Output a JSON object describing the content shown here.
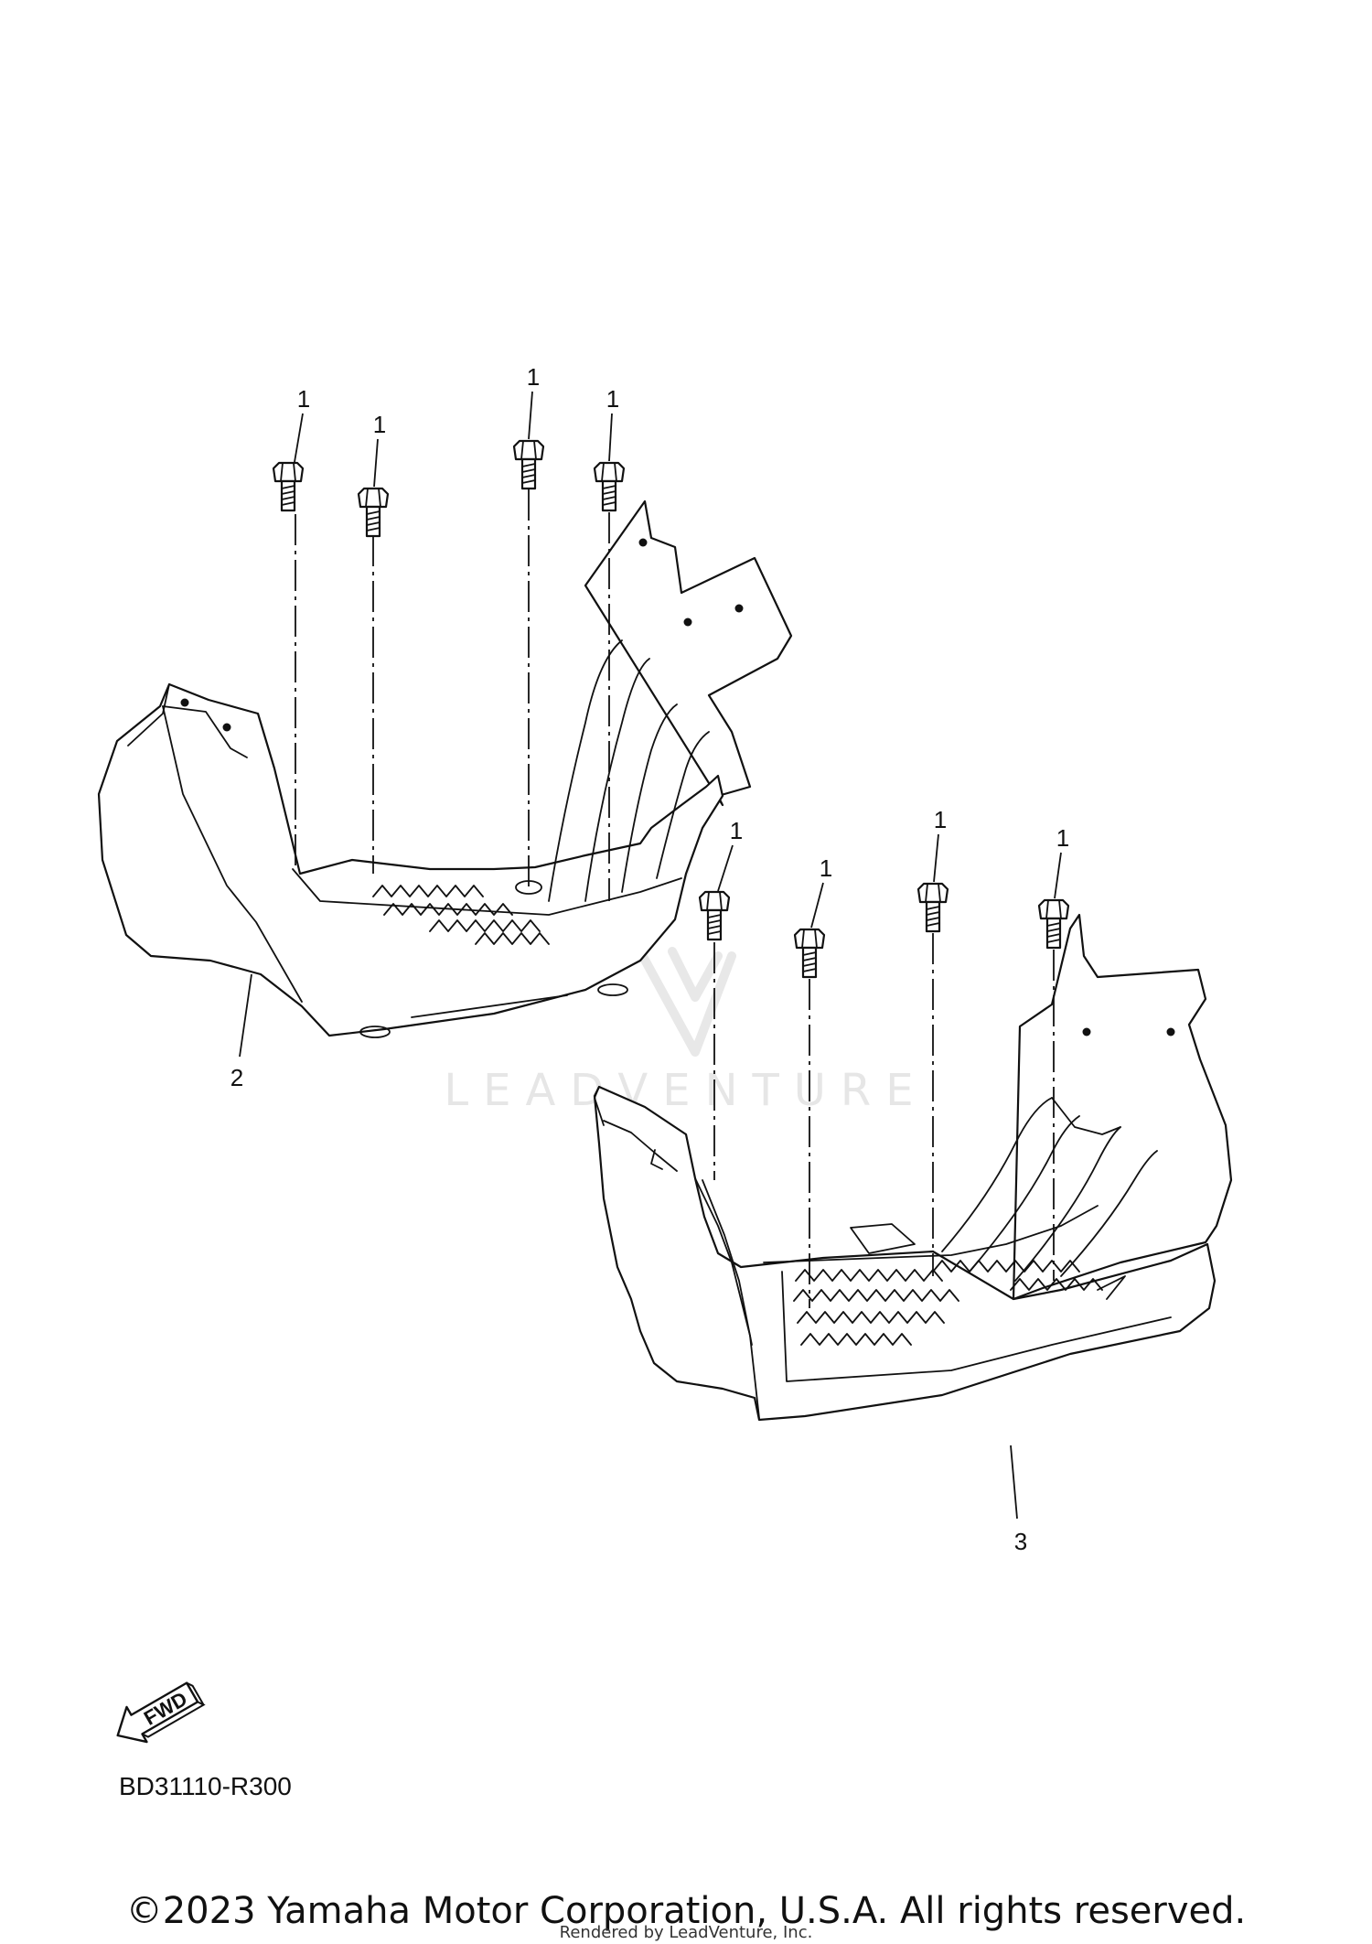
{
  "callouts": {
    "bolt": "1",
    "left_guard": "2",
    "right_guard": "3"
  },
  "watermark": {
    "text": "LEADVENTURE",
    "color": "#e6e6e6"
  },
  "fwd_arrow": {
    "label": "FWD"
  },
  "diagram_code": "BD31110-R300",
  "copyright": "©2023 Yamaha Motor Corporation, U.S.A. All rights reserved.",
  "rendered_by": "Rendered by LeadVenture, Inc.",
  "colors": {
    "line": "#111111",
    "background": "#ffffff"
  }
}
